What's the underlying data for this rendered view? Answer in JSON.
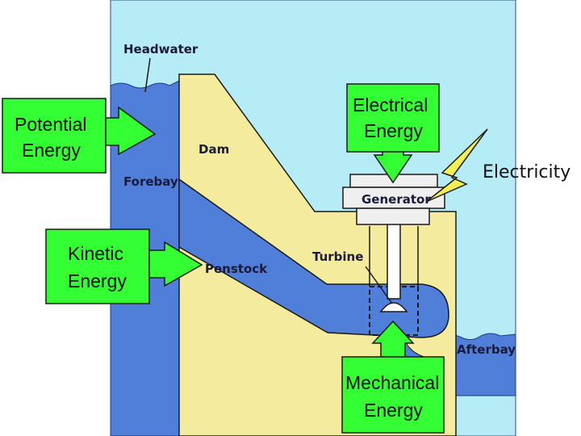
{
  "labels": {
    "headwater": "Headwater",
    "dam": "Dam",
    "forebay": "Forebay",
    "penstock": "Penstock",
    "turbine": "Turbine",
    "generator": "Generator",
    "afterbay": "Afterbay",
    "electricity": "Electricity"
  },
  "boxes": {
    "potential": {
      "line1": "Potential",
      "line2": "Energy"
    },
    "kinetic": {
      "line1": "Kinetic",
      "line2": "Energy"
    },
    "electrical": {
      "line1": "Electrical",
      "line2": "Energy"
    },
    "mechanical": {
      "line1": "Mechanical",
      "line2": "Energy"
    }
  },
  "colors": {
    "sky": "#b5ecf5",
    "water": "#4f7fd9",
    "concrete": "#f4ec9c",
    "box_green": "#33ff33",
    "generator_grey": "#efefef",
    "bolt": "#f5f052"
  }
}
